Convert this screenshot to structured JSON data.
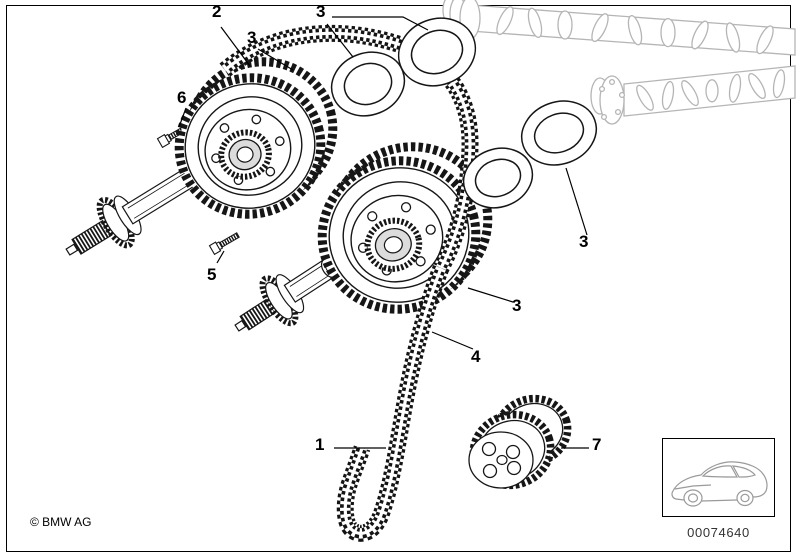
{
  "page": {
    "background": "#ffffff",
    "line_color": "#161616",
    "muted_color": "#b5b5b5",
    "copyright": "© BMW AG"
  },
  "thumbnail": {
    "icon": "car-icon",
    "code": "00074640"
  },
  "callouts": {
    "c2": {
      "label": "2"
    },
    "c3_ul": {
      "label": "3"
    },
    "c3_top": {
      "label": "3"
    },
    "c6": {
      "label": "6"
    },
    "c5": {
      "label": "5"
    },
    "c3_right": {
      "label": "3"
    },
    "c3_mid": {
      "label": "3"
    },
    "c4": {
      "label": "4"
    },
    "c1": {
      "label": "1"
    },
    "c7": {
      "label": "7"
    }
  }
}
